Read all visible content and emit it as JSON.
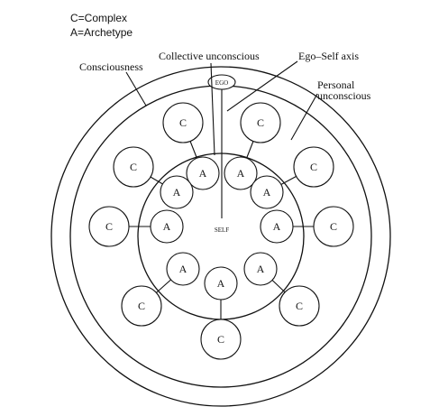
{
  "legend": {
    "complex": "C=Complex",
    "archetype": "A=Archetype"
  },
  "labels": {
    "consciousness": "Consciousness",
    "collective": "Collective unconscious",
    "ego_self_axis": "Ego–Self axis",
    "personal_1": "Personal",
    "personal_2": "unconscious",
    "ego": "EGO",
    "self": "SELF"
  },
  "symbols": {
    "complex": "C",
    "archetype": "A"
  },
  "colors": {
    "ink": "#111111",
    "paper": "#ffffff"
  }
}
